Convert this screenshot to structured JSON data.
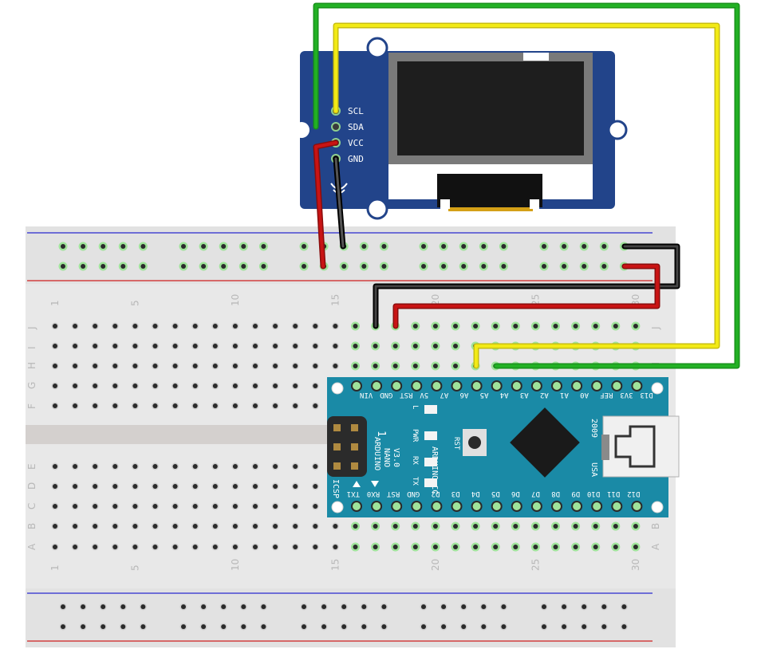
{
  "colors": {
    "wire_green": "#22b024",
    "wire_yellow": "#f2ea16",
    "wire_red": "#c81414",
    "wire_black": "#1a1a1a",
    "oled_board": "#22448a",
    "nano_board": "#1a8aa6",
    "breadboard": "#e6e6e6",
    "rail_blue": "#2a2ad0",
    "rail_red": "#d02020"
  },
  "oled": {
    "pins": [
      "SCL",
      "SDA",
      "VCC",
      "GND"
    ]
  },
  "breadboard": {
    "column_numbers": [
      "1",
      "5",
      "10",
      "15",
      "20",
      "25",
      "30"
    ],
    "row_letters_top": [
      "J",
      "I",
      "H",
      "G",
      "F"
    ],
    "row_letters_bottom": [
      "E",
      "D",
      "C",
      "B",
      "A"
    ]
  },
  "nano": {
    "top_pins": [
      "D13",
      "3V3",
      "REF",
      "A0",
      "A1",
      "A2",
      "A3",
      "A4",
      "A5",
      "A6",
      "A7",
      "5V",
      "RST",
      "GND",
      "VIN"
    ],
    "bottom_pins": [
      "D12",
      "D11",
      "D10",
      "D9",
      "D8",
      "D7",
      "D6",
      "D5",
      "D4",
      "D3",
      "D2",
      "GND",
      "RST",
      "RX0",
      "TX1"
    ],
    "name_lines": [
      "ARDUINO",
      "NANO",
      "V3.0"
    ],
    "site": "ARDUINO.CC",
    "icsp": "ICSP",
    "pin1": "1",
    "rst": "RST",
    "led_labels": [
      "L",
      "PWR",
      "RX",
      "TX"
    ],
    "year": "2009",
    "country": "USA"
  }
}
